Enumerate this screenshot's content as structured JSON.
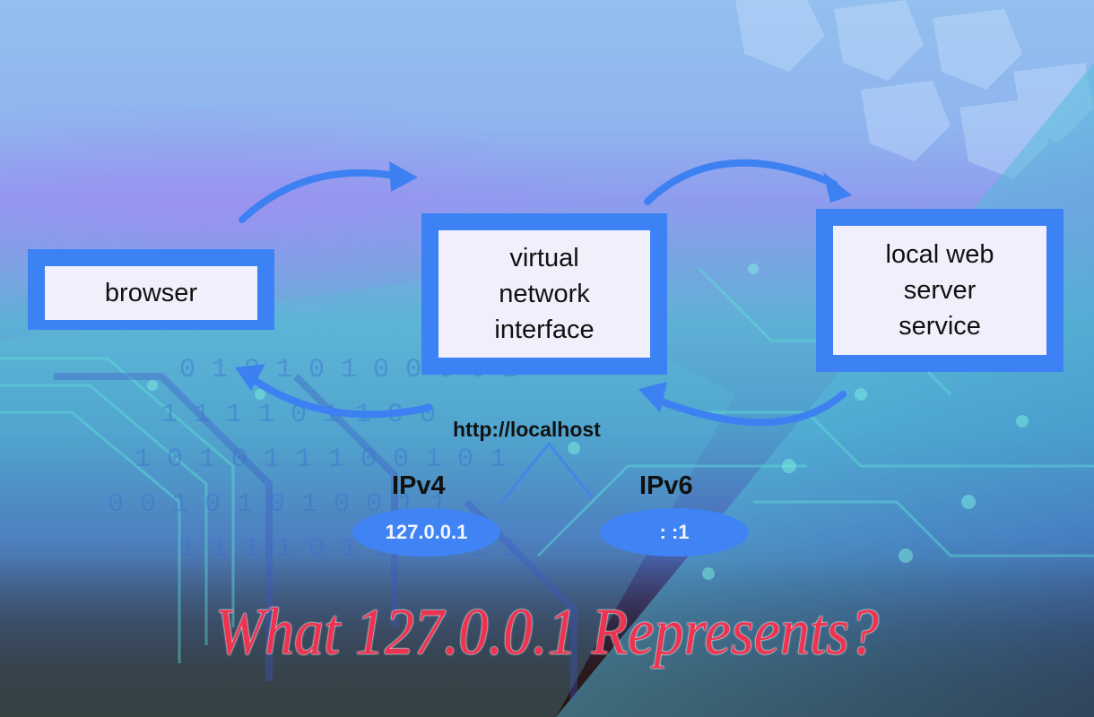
{
  "diagram": {
    "nodes": {
      "browser": {
        "lines": [
          "browser"
        ]
      },
      "virtual_network_interface": {
        "lines": [
          "virtual",
          "network",
          "interface"
        ]
      },
      "local_web_server": {
        "lines": [
          "local web",
          "server",
          "service"
        ]
      }
    },
    "arrows": [
      {
        "from": "browser",
        "to": "virtual_network_interface",
        "direction": "forward-top"
      },
      {
        "from": "virtual_network_interface",
        "to": "local_web_server",
        "direction": "forward-top"
      },
      {
        "from": "local_web_server",
        "to": "virtual_network_interface",
        "direction": "return-bottom"
      },
      {
        "from": "virtual_network_interface",
        "to": "browser",
        "direction": "return-bottom"
      }
    ],
    "hostname": "http://localhost",
    "ipv4": {
      "label": "IPv4",
      "address": "127.0.0.1"
    },
    "ipv6": {
      "label": "IPv6",
      "address": ": :1"
    }
  },
  "title": "What 127.0.0.1 Represents?",
  "colors": {
    "box_border": "#3c82f4",
    "box_fill": "#f1effc",
    "arrow": "#3d80f2",
    "pill": "#3f83f5",
    "title": "#ee3350"
  }
}
